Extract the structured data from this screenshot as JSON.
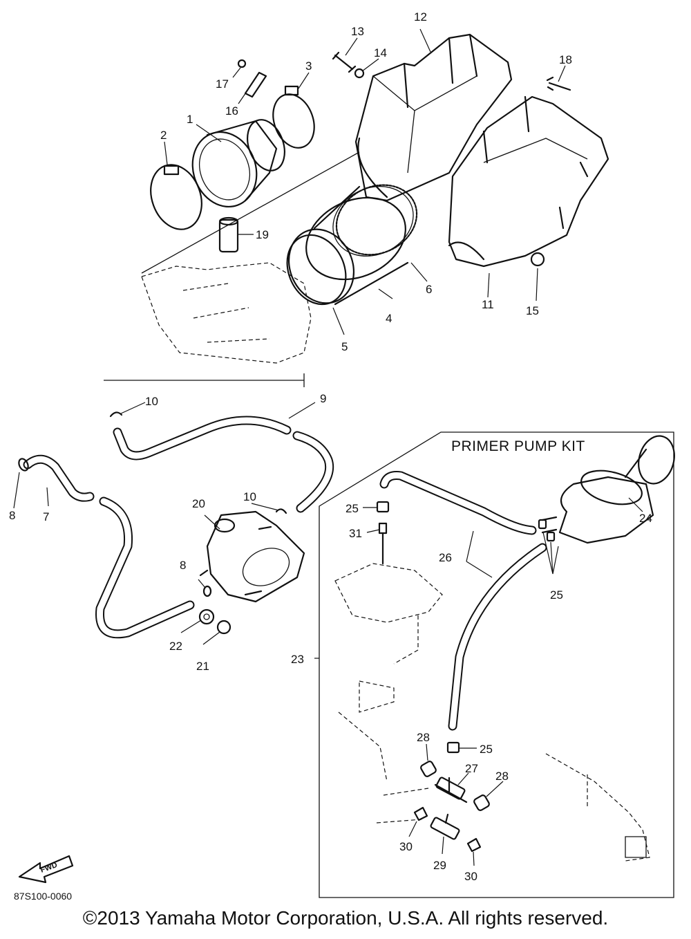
{
  "diagram": {
    "kit_title": "PRIMER PUMP KIT",
    "ref_code": "87S100-0060",
    "fwd_label": "FWD",
    "callouts": {
      "c1": "1",
      "c2": "2",
      "c3": "3",
      "c4": "4",
      "c5": "5",
      "c6": "6",
      "c7": "7",
      "c8a": "8",
      "c8b": "8",
      "c9": "9",
      "c10a": "10",
      "c10b": "10",
      "c11": "11",
      "c12": "12",
      "c13": "13",
      "c14": "14",
      "c15": "15",
      "c16": "16",
      "c17": "17",
      "c18": "18",
      "c19": "19",
      "c20": "20",
      "c21": "21",
      "c22": "22",
      "c23": "23",
      "c24": "24",
      "c25a": "25",
      "c25b": "25",
      "c25c": "25",
      "c26": "26",
      "c27": "27",
      "c28a": "28",
      "c28b": "28",
      "c29": "29",
      "c30a": "30",
      "c30b": "30",
      "c31": "31"
    }
  },
  "footer": {
    "copyright": "©2013 Yamaha Motor Corporation, U.S.A. All rights reserved."
  }
}
